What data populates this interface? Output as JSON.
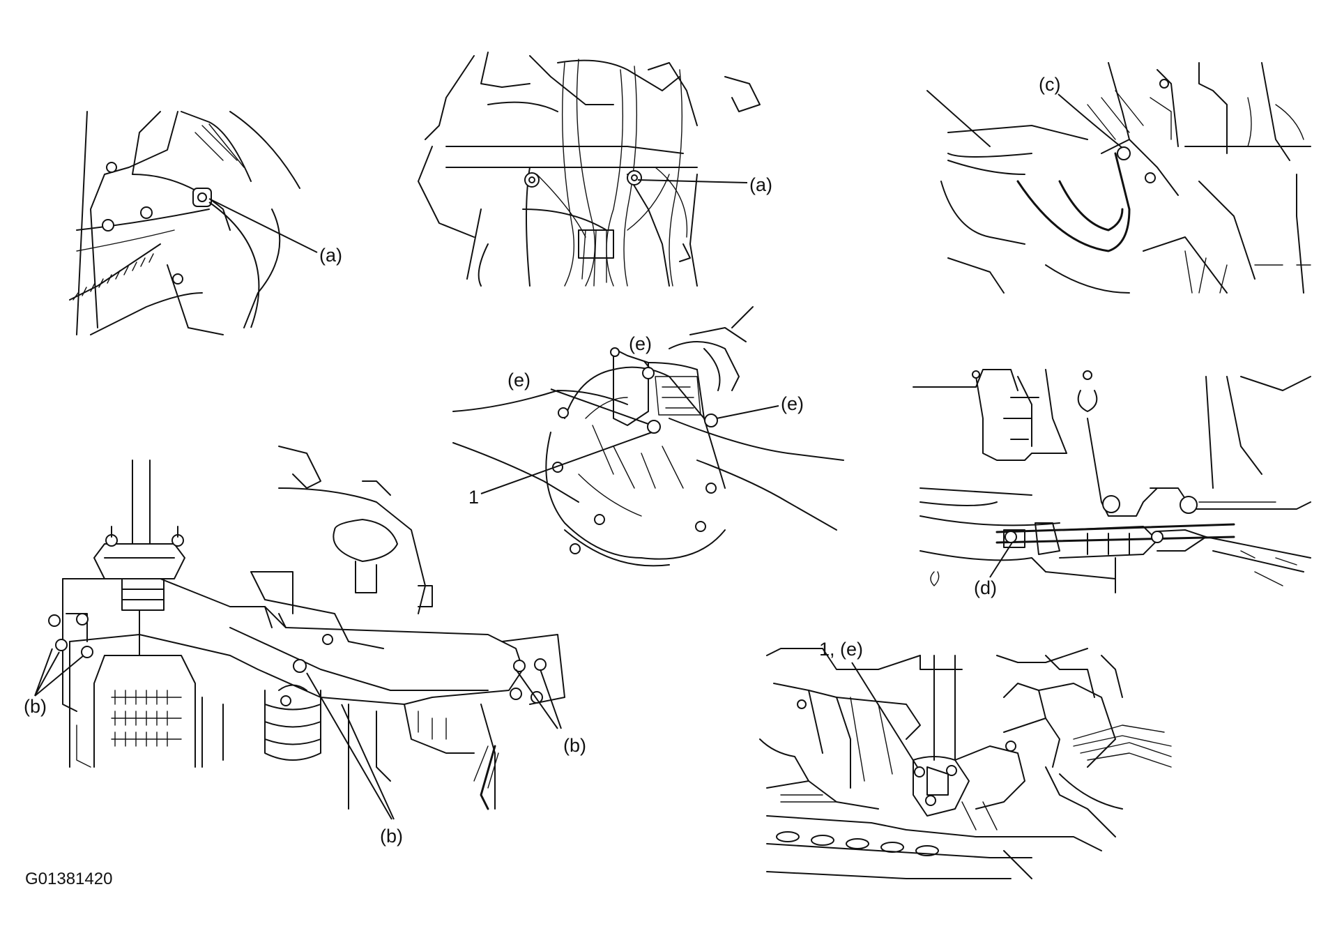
{
  "figure_code": "G01381420",
  "callouts": {
    "a1": "(a)",
    "a2": "(a)",
    "c": "(c)",
    "e_top": "(e)",
    "e_left": "(e)",
    "e_right": "(e)",
    "one": "1",
    "d": "(d)",
    "b_left": "(b)",
    "b_mid": "(b)",
    "b_right": "(b)",
    "one_e": "1, (e)"
  }
}
